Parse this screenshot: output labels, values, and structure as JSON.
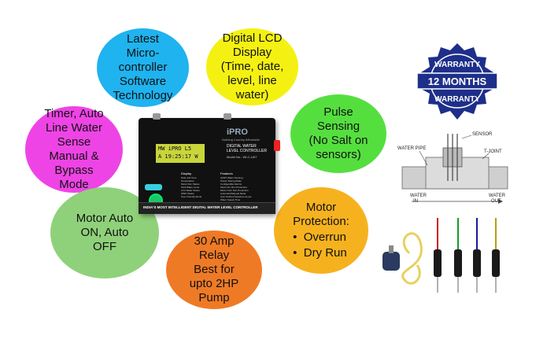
{
  "bubbles": {
    "microcontroller": "Latest\nMicro-\ncontroller\nSoftware\nTechnology",
    "lcd": "Digital LCD\nDisplay\n(Time, date,\nlevel, line\nwater)",
    "timer": "Timer, Auto\nLine Water\nSense\nManual &\nBypass\nMode",
    "pulse": "Pulse\nSensing\n(No Salt on\nsensors)",
    "motor_auto": "Motor Auto\nON, Auto\nOFF",
    "relay": "30 Amp\nRelay\nBest for\nupto 2HP\nPump",
    "protection_title": "Motor\nProtection:",
    "protection_items": [
      "Overrun",
      "Dry Run"
    ]
  },
  "colors": {
    "microcontroller": "#1fb3ef",
    "lcd": "#f4f112",
    "timer": "#ee44e5",
    "pulse": "#55df3f",
    "motor_auto": "#8fd17a",
    "relay": "#ef7a26",
    "protection": "#f6b21e",
    "badge": "#1e2f8a"
  },
  "warranty": {
    "top": "WARRANTY",
    "main": "12 MONTHS",
    "bottom": "WARRANTY"
  },
  "device": {
    "brand": "iPRO",
    "tagline": "Nothing Country Affordable",
    "product_line1": "DIGITAL WATER",
    "product_line2": "LEVEL CONTROLLER",
    "model": "Model No.: WLC-LW7",
    "lcd_line1": "MW   iPRO   L5",
    "lcd_line2": "A  19:25:17 W",
    "display_heading": "Display",
    "display_items": [
      "Date and Time",
      "Temperature",
      "Motor Run Status",
      "Tank Water Level",
      "Line Water Status",
      "IPRO Status",
      "User Friendly Alerts"
    ],
    "features_heading": "Features",
    "features_items": [
      "AFMT Water Sensing",
      "Power Saving Mode",
      "Configurable Alarms",
      "Motor Dry Run Protection",
      "Motor Over Run Protection",
      "Automatic/Manual Mode",
      "User Defined Sessions as per",
      "Water Supply Time"
    ],
    "bottom_text": "INDIA'S MOST INTELLIGENT DIGITAL WATER LEVEL CONTROLLER"
  },
  "sensor_diagram": {
    "sensor": "SENSOR",
    "water_pipe": "WATER PIPE",
    "t_joint": "T-JOINT",
    "water_in": "WATER\nIN",
    "water_out": "WATER\nOUT"
  },
  "probe_colors": [
    "#d01818",
    "#1a9a2a",
    "#1a1a9a",
    "#b8a010"
  ]
}
